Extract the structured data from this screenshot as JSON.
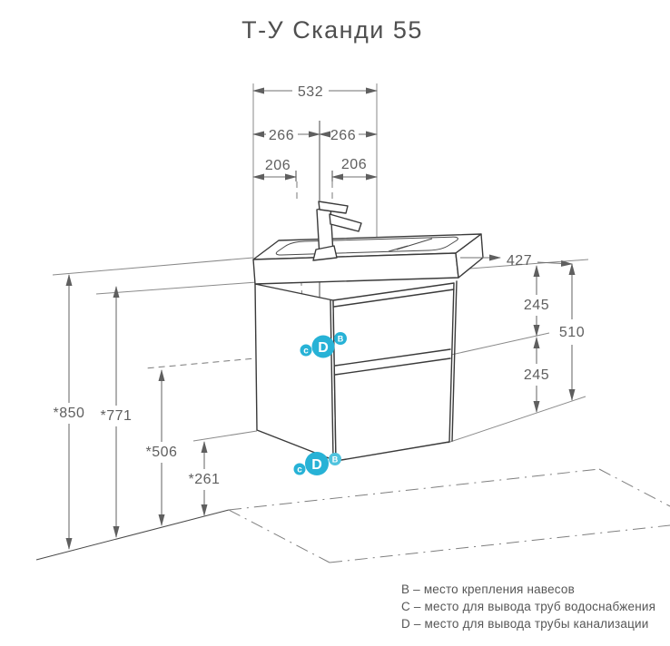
{
  "title": "Т-У Сканди 55",
  "accent_color": "#27b2d6",
  "dims": {
    "width_total": "532",
    "width_half_left": "266",
    "width_half_right": "266",
    "offset_left": "206",
    "offset_right": "206",
    "depth": "427",
    "drawer_upper": "245",
    "height_cabinet": "510",
    "drawer_lower": "245",
    "height_total": "*850",
    "height_top": "*771",
    "height_pipes": "*506",
    "height_bottom": "*261"
  },
  "markers": {
    "upper": [
      "c",
      "D",
      "B"
    ],
    "lower": [
      "c",
      "D",
      "B"
    ]
  },
  "legend": [
    "B – место крепления навесов",
    "C – место для вывода труб водоснабжения",
    "D – место для вывода трубы канализации"
  ]
}
